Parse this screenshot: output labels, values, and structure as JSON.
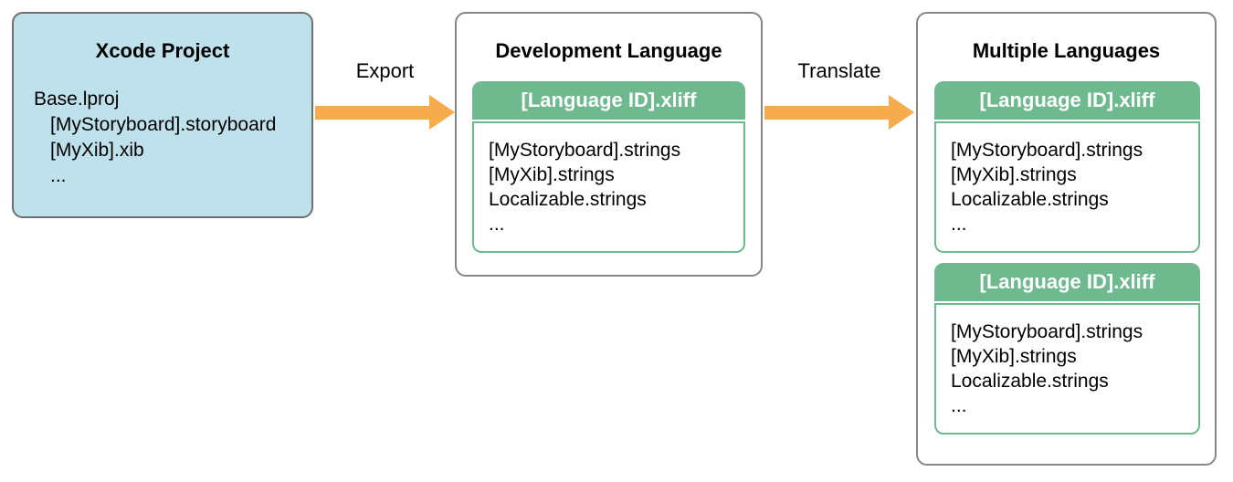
{
  "diagram": {
    "colors": {
      "box_blue_fill": "#bfe1eb",
      "box_border_gray": "#868686",
      "green": "#6fb98f",
      "arrow_orange": "#f6ab4c",
      "header_text": "#ffffff",
      "body_text": "#000000"
    },
    "xcode_project": {
      "title": "Xcode Project",
      "lines": [
        "Base.lproj",
        "[MyStoryboard].storyboard",
        "[MyXib].xib",
        "..."
      ]
    },
    "arrows": {
      "export": {
        "label": "Export"
      },
      "translate": {
        "label": "Translate"
      }
    },
    "development_language": {
      "title": "Development Language",
      "cards": [
        {
          "header": "[Language ID].xliff",
          "lines": [
            "[MyStoryboard].strings",
            "[MyXib].strings",
            "Localizable.strings",
            "..."
          ]
        }
      ]
    },
    "multiple_languages": {
      "title": "Multiple Languages",
      "cards": [
        {
          "header": "[Language ID].xliff",
          "lines": [
            "[MyStoryboard].strings",
            "[MyXib].strings",
            "Localizable.strings",
            "..."
          ]
        },
        {
          "header": "[Language ID].xliff",
          "lines": [
            "[MyStoryboard].strings",
            "[MyXib].strings",
            "Localizable.strings",
            "..."
          ]
        }
      ]
    }
  }
}
